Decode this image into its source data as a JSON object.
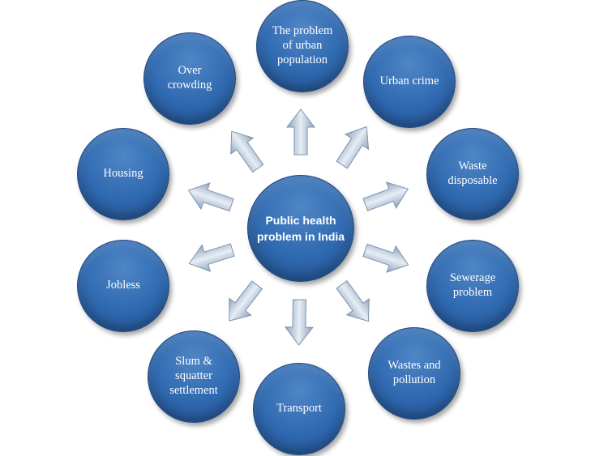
{
  "center": {
    "label": "Public health\nproblem in India"
  },
  "nodes": [
    {
      "label": "The problem\nof urban\npopulation"
    },
    {
      "label": "Urban crime"
    },
    {
      "label": "Waste\ndisposable"
    },
    {
      "label": "Sewerage\nproblem"
    },
    {
      "label": "Wastes and\npollution"
    },
    {
      "label": "Transport"
    },
    {
      "label": "Slum &\nsquatter\nsettlement"
    },
    {
      "label": "Jobless"
    },
    {
      "label": "Housing"
    },
    {
      "label": "Over\ncrowding"
    }
  ],
  "colors": {
    "node_fill": "#2f69b0",
    "node_border": "#1f4a84",
    "arrow_fill": "#c3d1e1",
    "text": "#ffffff"
  }
}
